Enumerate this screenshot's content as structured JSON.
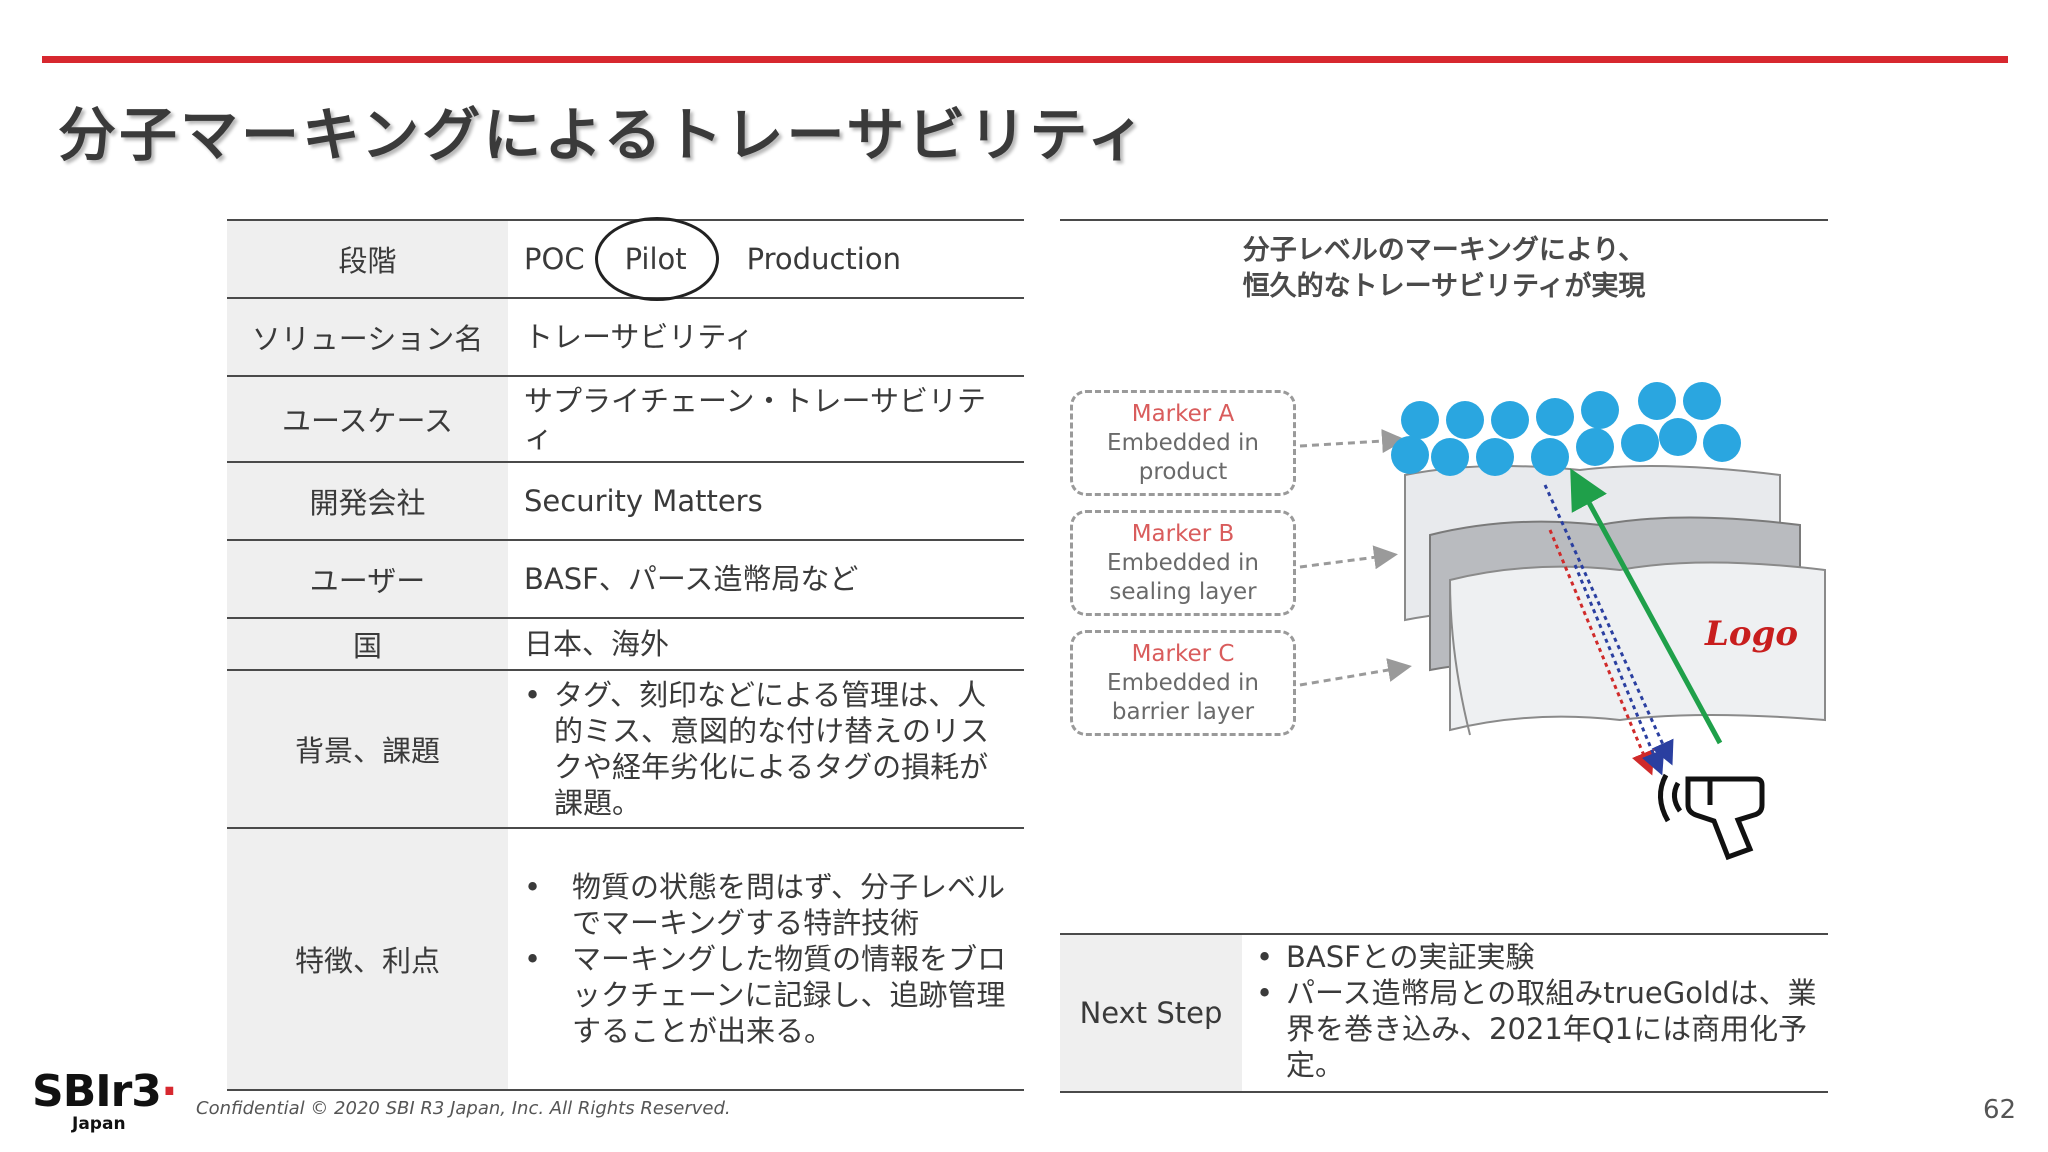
{
  "slide": {
    "title": "分子マーキングによるトレーサビリティ",
    "accent_color": "#d7282f",
    "page_number": "62"
  },
  "table": {
    "stage": {
      "label": "段階",
      "options": [
        "POC",
        "Pilot",
        "Production"
      ],
      "selected": "Pilot"
    },
    "solution": {
      "label": "ソリューション名",
      "value": "トレーサビリティ"
    },
    "usecase": {
      "label": "ユースケース",
      "value": "サプライチェーン・トレーサビリティ"
    },
    "developer": {
      "label": "開発会社",
      "value": "Security Matters"
    },
    "user": {
      "label": "ユーザー",
      "value": "BASF、パース造幣局など"
    },
    "country": {
      "label": "国",
      "value": "日本、海外"
    },
    "background": {
      "label": "背景、課題",
      "items": [
        "タグ、刻印などによる管理は、人的ミス、意図的な付け替えのリスクや経年劣化によるタグの損耗が課題。"
      ]
    },
    "features": {
      "label": "特徴、利点",
      "items": [
        "物質の状態を問はず、分子レベルでマーキングする特許技術",
        "マーキングした物質の情報をブロックチェーンに記録し、追跡管理することが出来る。"
      ]
    }
  },
  "right_panel": {
    "heading_line1": "分子レベルのマーキングにより、",
    "heading_line2": "恒久的なトレーサビリティが実現",
    "markers": [
      {
        "name": "Marker A",
        "line2": "Embedded in",
        "line3": "product"
      },
      {
        "name": "Marker B",
        "line2": "Embedded in",
        "line3": "sealing layer"
      },
      {
        "name": "Marker C",
        "line2": "Embedded in",
        "line3": "barrier layer"
      }
    ],
    "logo_text": "Logo",
    "dot_color": "#2aa6e0",
    "scan_color": "#1fa04a"
  },
  "next_step": {
    "label": "Next Step",
    "items": [
      "BASFとの実証実験",
      "パース造幣局との取組みtrueGoldは、業界を巻き込み、2021年Q1には商用化予定。"
    ]
  },
  "footer": {
    "logo_main": "SBI",
    "logo_suffix": "r3",
    "logo_sub": "Japan",
    "confidential": "Confidential  © 2020 SBI R3 Japan, Inc.  All Rights Reserved."
  }
}
